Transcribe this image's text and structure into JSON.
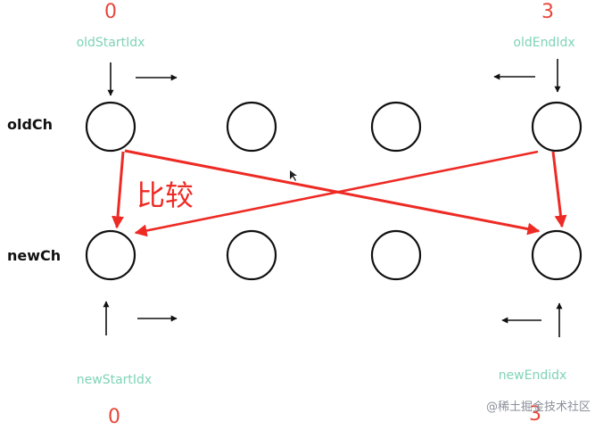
{
  "colors": {
    "index_number": "#e8463a",
    "pointer_label": "#7fd3b8",
    "row_label": "#111111",
    "node_stroke": "#111111",
    "arrow": "#111111",
    "compare_arrow": "#ee2a24",
    "watermark": "#8a8f99"
  },
  "old_row": {
    "label": "oldCh",
    "start_pointer": {
      "index": "0",
      "name": "oldStartIdx"
    },
    "end_pointer": {
      "index": "3",
      "name": "oldEndIdx"
    }
  },
  "new_row": {
    "label": "newCh",
    "start_pointer": {
      "index": "0",
      "name": "newStartIdx"
    },
    "end_pointer": {
      "index": "3",
      "name": "newEndidx"
    }
  },
  "compare_label": "比较",
  "watermark": "@稀土掘金技术社区",
  "icons": {
    "pointer_arrow": "arrow-icon",
    "compare_arrow": "arrow-icon"
  }
}
